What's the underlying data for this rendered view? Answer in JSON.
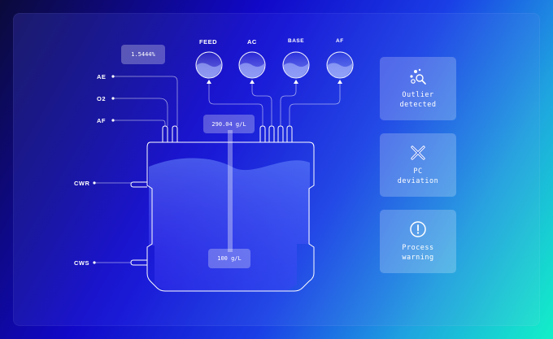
{
  "inlets": {
    "feed": "FEED",
    "ac": "AC",
    "base": "BASE",
    "af_top": "AF"
  },
  "side_labels": {
    "ae": "AE",
    "o2": "O2",
    "af": "AF",
    "cwr": "CWR",
    "cws": "CWS"
  },
  "readouts": {
    "percent": "1.5444%",
    "top_concentration": "290.04 g/L",
    "bottom_concentration": "100 g/L"
  },
  "alerts": [
    {
      "label": "Outlier\ndetected",
      "icon": "bubbles-search-icon"
    },
    {
      "label": "PC\ndeviation",
      "icon": "x-cross-icon"
    },
    {
      "label": "Process\nwarning",
      "icon": "exclamation-circle-icon"
    }
  ],
  "colors": {
    "line": "#ffffff",
    "card_bg": "rgba(255,255,255,0.22)"
  }
}
